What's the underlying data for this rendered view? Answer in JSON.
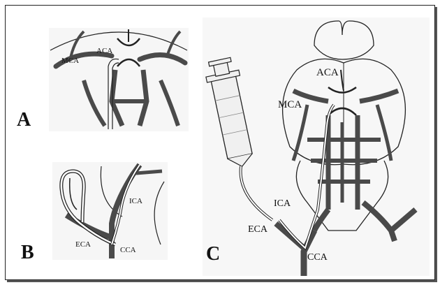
{
  "panels": {
    "a": {
      "letter": "A",
      "labels": {
        "aca": "ACA",
        "mca": "MCA"
      }
    },
    "b": {
      "letter": "B",
      "labels": {
        "ica": "ICA",
        "eca": "ECA",
        "cca": "CCA"
      }
    },
    "c": {
      "letter": "C",
      "labels": {
        "aca": "ACA",
        "mca": "MCA",
        "ica": "ICA",
        "eca": "ECA",
        "cca": "CCA"
      }
    }
  },
  "colors": {
    "vessel": "#4a4a4a",
    "vessel_dark": "#3a3a3a",
    "outline": "#222222",
    "panel_bg": "#f4f4f4",
    "syringe_fill": "#f0f0f0",
    "thread_fill": "#ffffff"
  }
}
